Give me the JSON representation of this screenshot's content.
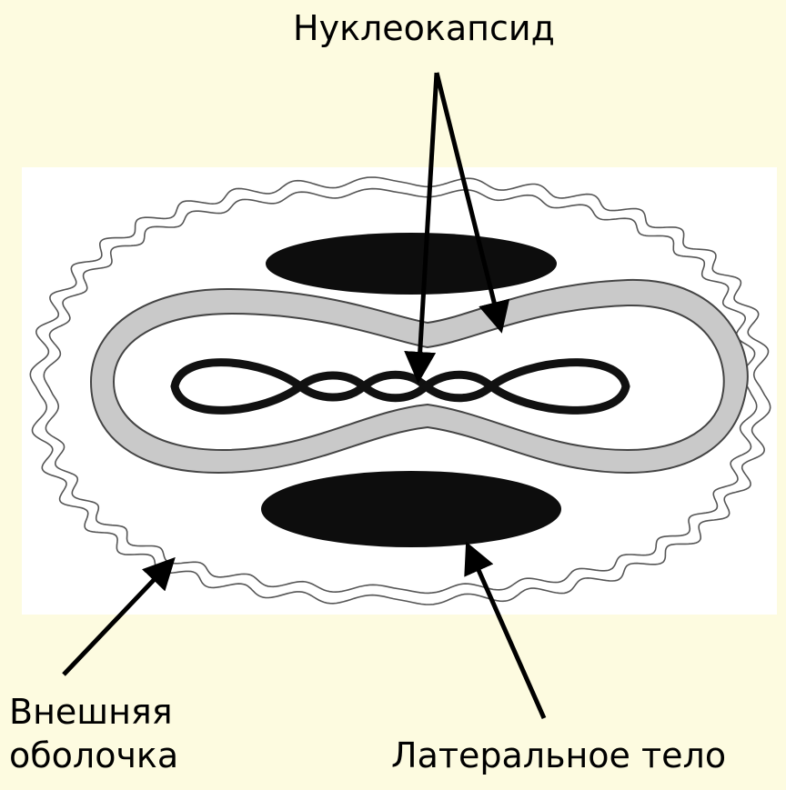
{
  "labels": {
    "nucleocapsid": "Нуклеокапсид",
    "outer_envelope_line1": "Внешняя",
    "outer_envelope_line2": "оболочка",
    "lateral_body": "Латеральное тело"
  },
  "colors": {
    "background": "#fdfbe0",
    "panel": "#ffffff",
    "ink": "#000000",
    "core_band": "#c8c8c8"
  }
}
